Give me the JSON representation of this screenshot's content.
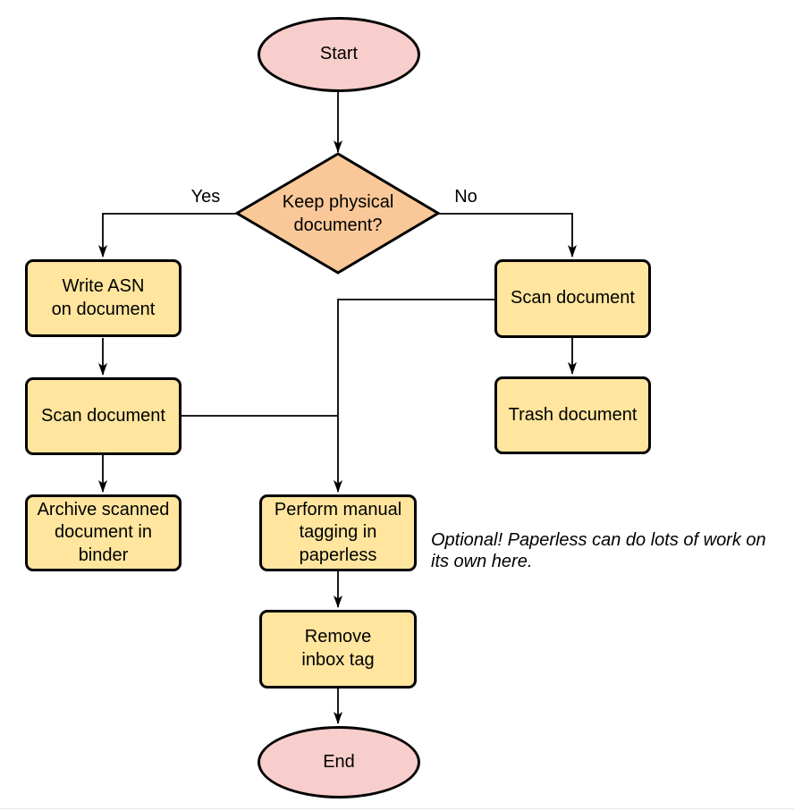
{
  "diagram": {
    "title_hint": "Paperless document intake flowchart",
    "colors": {
      "terminal_fill": "#f8cecc",
      "decision_fill": "#fac898",
      "process_fill": "#ffe59e",
      "stroke": "#000000",
      "bottom_rule": "#e9e9e9"
    },
    "nodes": {
      "start": {
        "type": "terminal",
        "label": "Start"
      },
      "decision": {
        "type": "decision",
        "label": "Keep physical\ndocument?"
      },
      "write_asn": {
        "type": "process",
        "label": "Write ASN\non document"
      },
      "scan_left": {
        "type": "process",
        "label": "Scan document"
      },
      "archive": {
        "type": "process",
        "label": "Archive scanned\ndocument in\nbinder"
      },
      "scan_right": {
        "type": "process",
        "label": "Scan document"
      },
      "trash": {
        "type": "process",
        "label": "Trash document"
      },
      "tagging": {
        "type": "process",
        "label": "Perform manual\ntagging in\npaperless"
      },
      "remove_inbox": {
        "type": "process",
        "label": "Remove\ninbox tag"
      },
      "end": {
        "type": "terminal",
        "label": "End"
      }
    },
    "edges": [
      {
        "from": "start",
        "to": "decision"
      },
      {
        "from": "decision",
        "to": "write_asn",
        "label": "Yes"
      },
      {
        "from": "decision",
        "to": "scan_right",
        "label": "No"
      },
      {
        "from": "write_asn",
        "to": "scan_left"
      },
      {
        "from": "scan_left",
        "to": "archive"
      },
      {
        "from": "scan_right",
        "to": "trash"
      },
      {
        "from": "scan_right",
        "to": "tagging"
      },
      {
        "from": "scan_left",
        "to": "tagging"
      },
      {
        "from": "tagging",
        "to": "remove_inbox"
      },
      {
        "from": "remove_inbox",
        "to": "end"
      }
    ],
    "annotation": {
      "text": "Optional! Paperless can do lots of work on\nits own here."
    }
  }
}
